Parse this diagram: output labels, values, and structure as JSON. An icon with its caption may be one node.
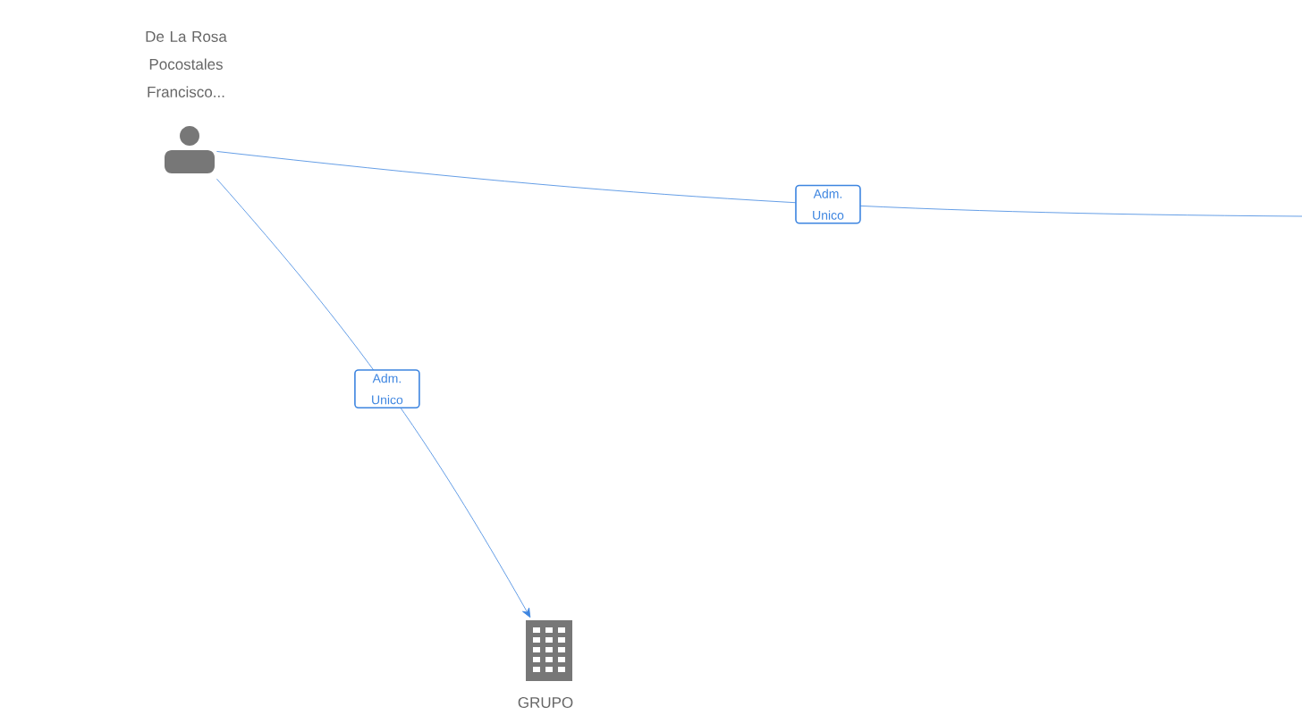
{
  "diagram": {
    "nodes": [
      {
        "text": [
          "De La Rosa Pocostales Francisco..."
        ]
      },
      {
        "text": [
          "GRUPO"
        ]
      }
    ],
    "edges": [
      {
        "from": 0,
        "to": 1,
        "arrow": "to",
        "label": "Adm. Unico"
      },
      {
        "from": 0,
        "to": null,
        "arrow": "none",
        "label": "Adm. Unico"
      }
    ]
  }
}
